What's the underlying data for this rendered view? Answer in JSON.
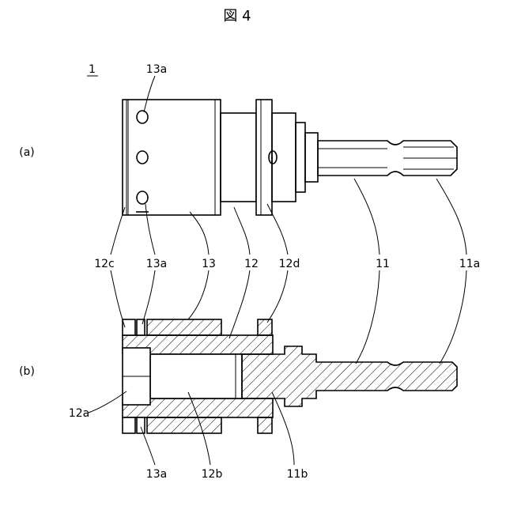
{
  "figure": {
    "title": "図 4",
    "assembly_label": "1",
    "view_a_label": "(a)",
    "view_b_label": "(b)"
  },
  "labels": {
    "l_13a_top": "13a",
    "l_12c": "12c",
    "l_13a_mid": "13a",
    "l_13": "13",
    "l_12": "12",
    "l_12d": "12d",
    "l_11": "11",
    "l_11a": "11a",
    "l_12a": "12a",
    "l_13a_bot": "13a",
    "l_12b": "12b",
    "l_11b": "11b"
  }
}
